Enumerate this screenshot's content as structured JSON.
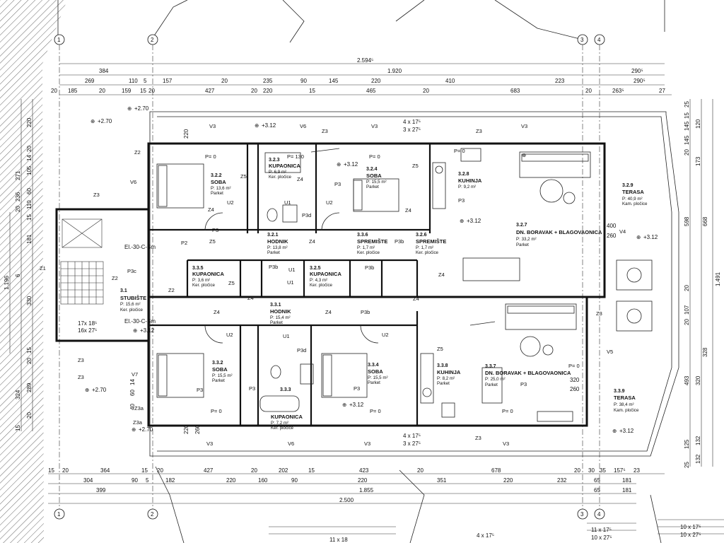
{
  "axes": {
    "top": [
      "1",
      "2",
      "3",
      "4"
    ],
    "bottom": [
      "1",
      "2",
      "3",
      "4"
    ]
  },
  "dims_top": {
    "overall": "2.594⁵",
    "row2": [
      "384",
      "1.920",
      "290⁵"
    ],
    "row3": [
      "269",
      "110",
      "5",
      "157",
      "20",
      "235",
      "90",
      "145",
      "220",
      "410",
      "223",
      "290⁵"
    ],
    "row4": [
      "20",
      "185",
      "20",
      "159",
      "15",
      "20",
      "427",
      "20",
      "220",
      "15",
      "465",
      "20",
      "683",
      "20",
      "263⁵",
      "27"
    ]
  },
  "dims_bottom": {
    "row1": [
      "15",
      "20",
      "364",
      "15",
      "20",
      "427",
      "20",
      "202",
      "15",
      "423",
      "20",
      "678",
      "20",
      "30",
      "35",
      "157⁵",
      "23"
    ],
    "row2": [
      "304",
      "90",
      "5",
      "182",
      "220",
      "160",
      "90",
      "220",
      "351",
      "220",
      "232",
      "65",
      "181"
    ],
    "row3": [
      "399",
      "1.855",
      "65",
      "181"
    ],
    "overall": "2.500"
  },
  "dims_left": [
    "220",
    "20",
    "14",
    "105",
    "60",
    "271",
    "110",
    "236",
    "20",
    "15",
    "181",
    "1.196",
    "6",
    "330",
    "15",
    "20",
    "324",
    "289",
    "15",
    "20",
    "60",
    "14",
    "40"
  ],
  "dims_right": [
    "25",
    "15",
    "145",
    "120",
    "145",
    "20",
    "173",
    "598",
    "668",
    "1.491",
    "20",
    "107",
    "20",
    "493",
    "328",
    "320",
    "125",
    "25",
    "132",
    "132"
  ],
  "elevations": [
    "+2.70",
    "+3.12"
  ],
  "rooms": [
    {
      "no": "3.2.2",
      "name": "SOBA",
      "area": "P: 13,6 m²",
      "floor": "Parket"
    },
    {
      "no": "3.2.3",
      "name": "KUPAONICA",
      "area": "P: 6,9 m²",
      "floor": "Ker. pločice"
    },
    {
      "no": "3.2.4",
      "name": "SOBA",
      "area": "P: 15,5 m²",
      "floor": "Parket"
    },
    {
      "no": "3.2.8",
      "name": "KUHINJA",
      "area": "P: 9,2 m²",
      "floor": ""
    },
    {
      "no": "3.2.9",
      "name": "TERASA",
      "area": "P: 40,9 m²",
      "floor": "Kam. pločice"
    },
    {
      "no": "3.2.1",
      "name": "HODNIK",
      "area": "P: 13,8 m²",
      "floor": "Parket"
    },
    {
      "no": "3.3.6",
      "name": "SPREMIŠTE",
      "area": "P: 1,7 m²",
      "floor": "Ker. pločice"
    },
    {
      "no": "3.2.6",
      "name": "SPREMIŠTE",
      "area": "P: 1,7 m²",
      "floor": "Ker. pločice"
    },
    {
      "no": "3.2.7",
      "name": "DN. BORAVAK + BLAGOVAONICA",
      "area": "P: 33,2 m²",
      "floor": "Parket"
    },
    {
      "no": "3.3.5",
      "name": "KUPAONICA",
      "area": "P: 3,6 m²",
      "floor": "Ker. pločice"
    },
    {
      "no": "3.2.5",
      "name": "KUPAONICA",
      "area": "P: 4,3 m²",
      "floor": "Ker. pločice"
    },
    {
      "no": "3.1",
      "name": "STUBIŠTE",
      "area": "P: 15,6 m²",
      "floor": "Ker. pločice"
    },
    {
      "no": "3.3.1",
      "name": "HODNIK",
      "area": "P: 15,4 m²",
      "floor": "Parket"
    },
    {
      "no": "3.3.2",
      "name": "SOBA",
      "area": "P: 15,5 m²",
      "floor": "Parket"
    },
    {
      "no": "3.3.3",
      "name": "KUPAONICA",
      "area": "P: 7,2 m²",
      "floor": "Ker. pločice"
    },
    {
      "no": "3.3.4",
      "name": "SOBA",
      "area": "P: 15,5 m²",
      "floor": "Parket"
    },
    {
      "no": "3.3.8",
      "name": "KUHINJA",
      "area": "P: 8,2 m²",
      "floor": "Parket"
    },
    {
      "no": "3.3.7",
      "name": "DN. BORAVAK + BLAGOVAONICA",
      "area": "P: 25,0 m²",
      "floor": "Parket"
    },
    {
      "no": "3.3.9",
      "name": "TERASA",
      "area": "P: 38,4 m²",
      "floor": "Kam. pločice"
    }
  ],
  "tags": [
    "V3",
    "V6",
    "Z3",
    "V3",
    "Z3",
    "V3",
    "P= 0",
    "P= 130",
    "P= 0",
    "P= 0",
    "Z4",
    "U2",
    "Z5",
    "Z4",
    "U1",
    "P3d",
    "U2",
    "Z5",
    "Z4",
    "P3",
    "P3",
    "P3",
    "Z5",
    "V4",
    "Z2",
    "V6",
    "Z3",
    "Z1",
    "Z2",
    "P3c",
    "P2",
    "Z5",
    "Z4",
    "Z4",
    "Z4",
    "P3b",
    "U1",
    "P3b",
    "U1",
    "P3b",
    "Z3",
    "Z4",
    "Z4",
    "Z4",
    "P3b",
    "U2",
    "U1",
    "P3d",
    "U2",
    "Z5",
    "Z3",
    "V5",
    "Z2",
    "V7",
    "Z3a",
    "P3",
    "P3",
    "P3",
    "P3",
    "P= 0",
    "P= 0",
    "P= 0",
    "P= 0",
    "V3",
    "V6",
    "V3",
    "Z3",
    "V3",
    "Z3",
    "Z3a",
    "17x 18⁵",
    "16x 27⁵",
    "4 x 17⁵",
    "3 x 27⁵",
    "4 x 17⁵",
    "3 x 27⁵",
    "11 x 18",
    "4 x 17⁵",
    "11 x 17⁵",
    "10 x 27⁵",
    "10 x 17⁵",
    "10 x 27⁵",
    "El.-30-C-Sm",
    "El.-30-C-Sm",
    "400",
    "260",
    "320",
    "260",
    "220",
    "220",
    "260"
  ]
}
